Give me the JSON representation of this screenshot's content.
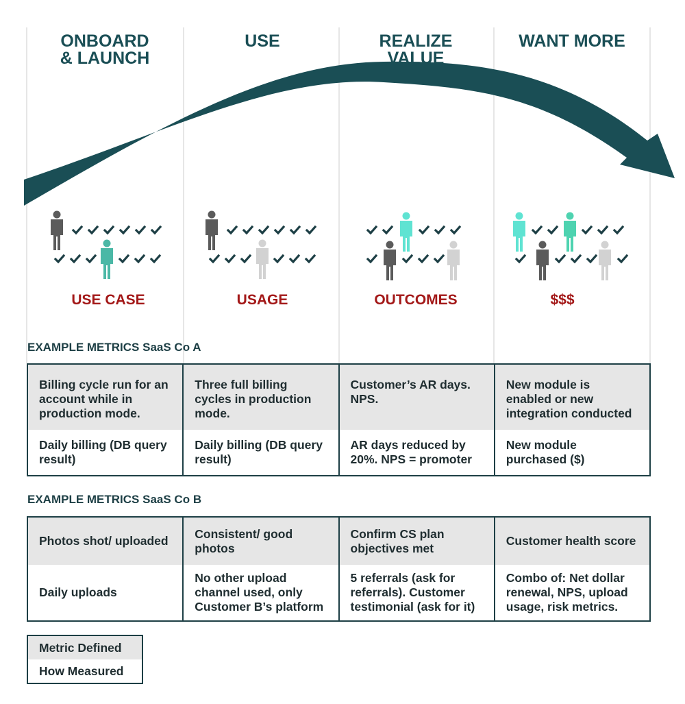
{
  "stages": [
    {
      "title_line1": "ONBOARD",
      "title_line2": "& LAUNCH",
      "label": "USE CASE"
    },
    {
      "title_line1": "USE",
      "title_line2": "",
      "label": "USAGE"
    },
    {
      "title_line1": "REALIZE",
      "title_line2": "VALUE",
      "label": "OUTCOMES"
    },
    {
      "title_line1": "WANT MORE",
      "title_line2": "",
      "label": "$$$"
    }
  ],
  "company_a": {
    "title": "EXAMPLE METRICS SaaS Co A",
    "defined": [
      "Billing cycle run for an account while in production mode.",
      "Three full billing cycles in production mode.",
      "Customer’s AR days. NPS.",
      "New module is enabled or new integration conducted"
    ],
    "measured": [
      "Daily billing (DB query result)",
      "Daily billing (DB query result)",
      "AR days reduced by 20%. NPS = promoter",
      "New module purchased ($)"
    ]
  },
  "company_b": {
    "title": "EXAMPLE METRICS SaaS Co B",
    "defined": [
      "Photos shot/ uploaded",
      "Consistent/ good photos",
      "Confirm CS plan objectives met",
      "Customer health score"
    ],
    "measured": [
      "Daily uploads",
      "No other upload channel used, only Customer B’s platform",
      "5 referrals (ask for referrals). Customer testimonial (ask for it)",
      "Combo of: Net dollar renewal, NPS, upload usage, risk metrics."
    ]
  },
  "legend": {
    "defined": "Metric Defined",
    "measured": "How Measured"
  },
  "colors": {
    "arrow": "#1a4e55",
    "stage_title": "#1a4e55",
    "stage_label": "#a31818",
    "person_dark": "#5b5b5b",
    "person_teal": "#4bb8a6",
    "person_light_teal": "#5fe3d2",
    "person_green": "#4ed3b0",
    "person_gray": "#d2d2d2",
    "check": "#1d3f45",
    "table_border": "#1d3f45",
    "defined_row_bg": "#e6e6e6"
  },
  "icons": [
    "person-icon",
    "checkmark-icon",
    "curved-arrow-icon"
  ]
}
